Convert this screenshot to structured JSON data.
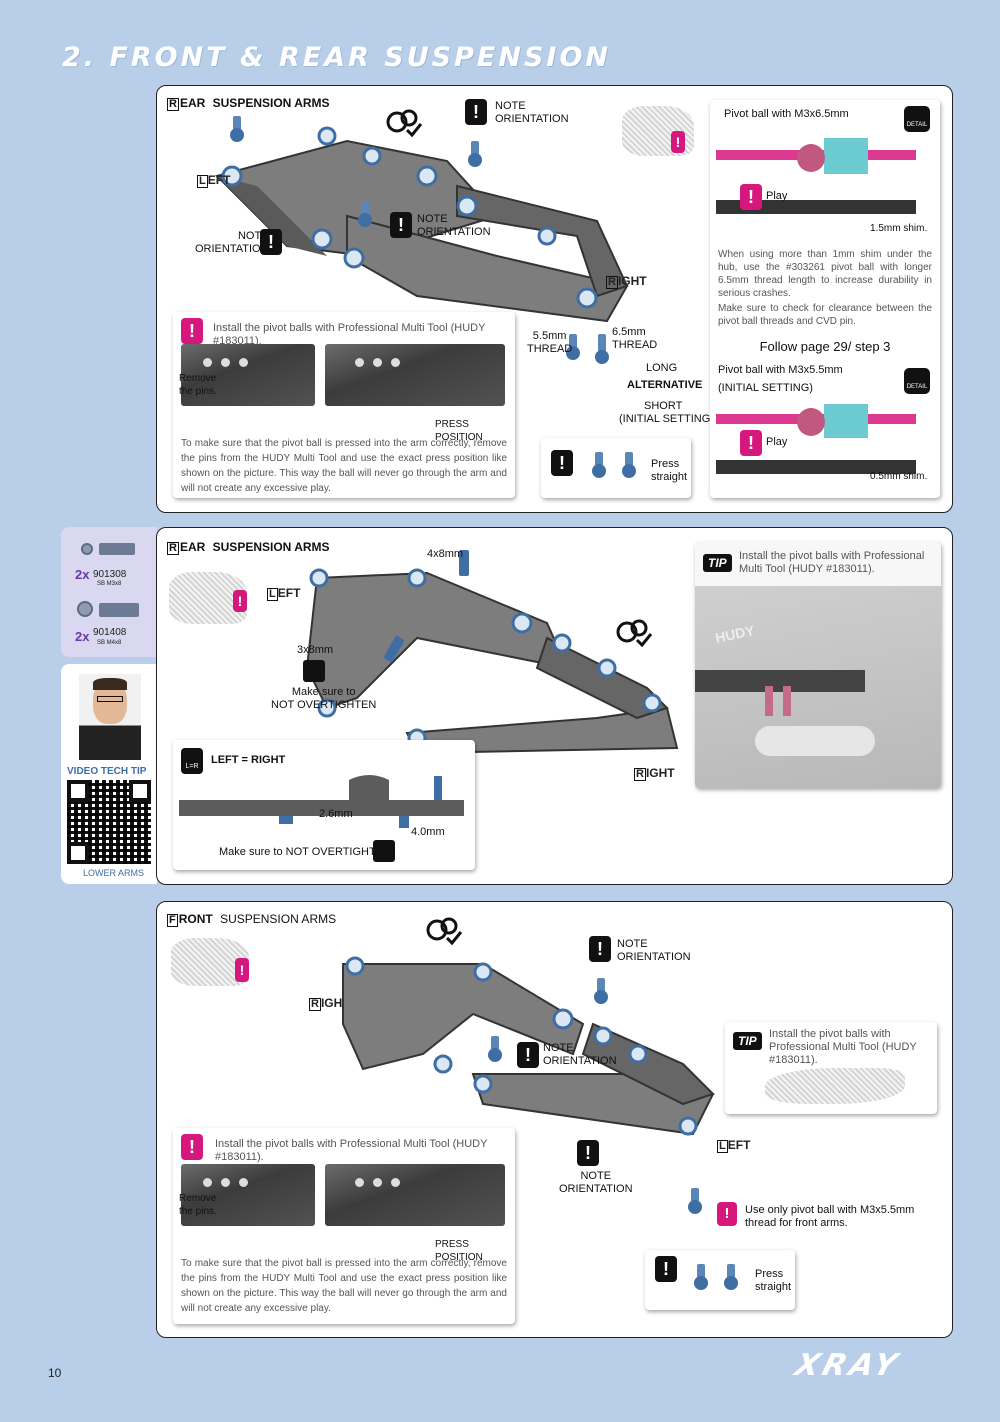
{
  "page": {
    "title": "2. FRONT & REAR SUSPENSION",
    "page_number": "10",
    "brand": "XRAY"
  },
  "colors": {
    "accent": "#d6177d",
    "background": "#b9cfe9",
    "panel_border": "#222222",
    "part_blue": "#3f6ea5"
  },
  "sec1": {
    "title_cap": "R",
    "title_rest": "EAR",
    "title_tail": "SUSPENSION ARMS",
    "left_cap": "L",
    "left_rest": "EFT",
    "right_cap": "R",
    "right_rest": "IGHT",
    "note_a": "NOTE\nORIENTATION",
    "note_b": "NOTE\nORIENTATION",
    "note_c": "NOTE\nORIENTATION",
    "install_note": "Install the pivot balls with Professional Multi Tool (HUDY #183011).",
    "remove_pins": "Remove\nthe pins.",
    "press_position": "PRESS POSITION",
    "body": "To make sure that the pivot ball is pressed into the arm correctly, remove the pins from the HUDY Multi Tool and use the exact press position like shown on the picture. This way the ball will never go through the arm and will not create any excessive play.",
    "thread_55": "5.5mm\nTHREAD",
    "thread_65": "6.5mm\nTHREAD",
    "long": "LONG",
    "alternative": "ALTERNATIVE",
    "short": "SHORT",
    "initial_setting": "(INITIAL SETTING)",
    "press_straight": "Press\nstraight",
    "detail_top": {
      "title": "Pivot ball with M3x6.5mm",
      "play": "Play",
      "shim": "1.5mm shim.",
      "text1": "When using more than 1mm shim under the hub, use the #303261 pivot ball with longer 6.5mm thread length to increase durability in serious crashes.",
      "text2": "Make sure to check for clearance between the pivot ball threads and CVD pin.",
      "follow": "Follow page 29/ step 3"
    },
    "detail_bottom": {
      "title": "Pivot ball with M3x5.5mm",
      "initial": "(INITIAL SETTING)",
      "play": "Play",
      "shim": "0.5mm shim."
    },
    "detail_icon": "DETAIL"
  },
  "sidebar": {
    "parts": [
      {
        "qty": "2x",
        "code": "901308",
        "desc": "SB M3x8"
      },
      {
        "qty": "2x",
        "code": "901408",
        "desc": "SB M4x8"
      }
    ],
    "video_tip": "VIDEO TECH TIP",
    "lower_arms": "LOWER ARMS"
  },
  "sec2": {
    "title_cap": "R",
    "title_rest": "EAR",
    "title_tail": "SUSPENSION ARMS",
    "left_cap": "L",
    "left_rest": "EFT",
    "right_cap": "R",
    "right_rest": "IGHT",
    "size_4x8": "4x8mm",
    "size_3x8": "3x8mm",
    "overtighten": "Make sure to\nNOT OVERTIGHTEN",
    "left_right": "LEFT = RIGHT",
    "dim_26": "2.6mm",
    "dim_40": "4.0mm",
    "overtighten_2": "Make sure to NOT OVERTIGHTEN",
    "tip_badge": "TIP",
    "tip_text": "Install the pivot balls with Professional Multi Tool (HUDY #183011).",
    "tool_brand": "HUDY",
    "lr_icon": "L=R"
  },
  "sec3": {
    "title_cap": "F",
    "title_rest": "RONT",
    "title_tail": "SUSPENSION ARMS",
    "left_cap": "L",
    "left_rest": "EFT",
    "right_cap": "R",
    "right_rest": "IGHT",
    "note_a": "NOTE\nORIENTATION",
    "note_b": "NOTE\nORIENTATION",
    "note_c": "NOTE\nORIENTATION",
    "tip_badge": "TIP",
    "tip_text": "Install the pivot balls with Professional Multi Tool (HUDY #183011).",
    "install_note": "Install the pivot balls with Professional Multi Tool (HUDY #183011).",
    "remove_pins": "Remove\nthe pins.",
    "press_position": "PRESS POSITION",
    "body": "To make sure that the pivot ball is pressed into the arm correctly, remove the pins from the HUDY Multi Tool and use the exact press position like shown on the picture. This way the ball will never go through the arm and will not create any excessive play.",
    "use_only": "Use only pivot ball with M3x5.5mm\nthread for front arms.",
    "press_straight": "Press\nstraight"
  }
}
